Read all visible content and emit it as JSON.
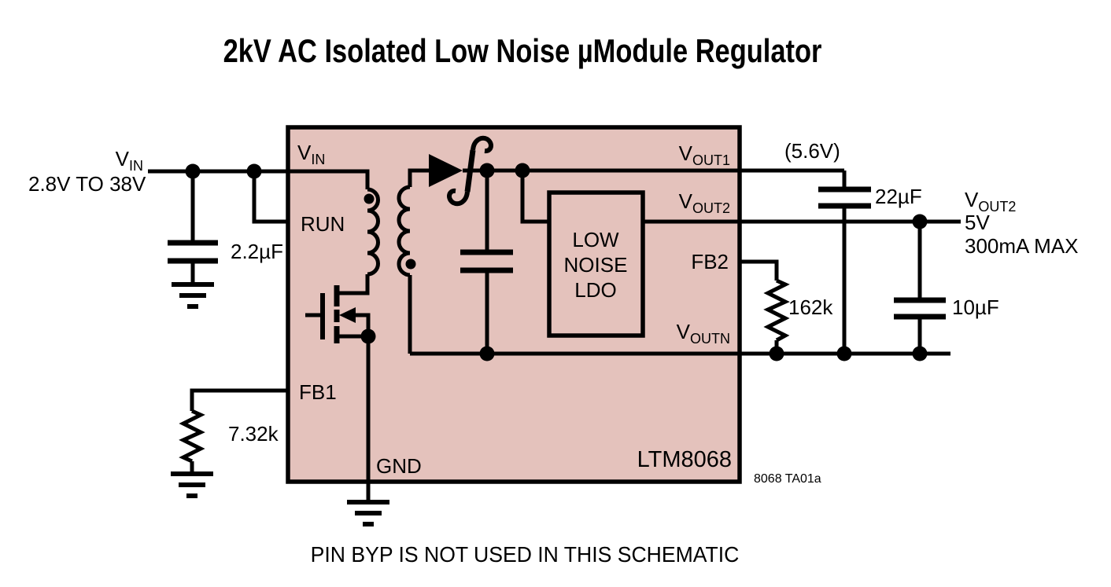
{
  "title": "2kV AC Isolated Low Noise µModule Regulator",
  "colors": {
    "block_fill": "#e4c2bc",
    "line": "#000000",
    "background": "#ffffff"
  },
  "chip": {
    "name": "LTM8068",
    "ldo": {
      "line1": "LOW",
      "line2": "NOISE",
      "line3": "LDO"
    },
    "pins": {
      "vin": {
        "base": "V",
        "sub": "IN"
      },
      "run": "RUN",
      "fb1": "FB1",
      "gnd": "GND",
      "vout1": {
        "base": "V",
        "sub": "OUT1"
      },
      "vout2": {
        "base": "V",
        "sub": "OUT2"
      },
      "fb2": "FB2",
      "voutn": {
        "base": "V",
        "sub": "OUTN"
      }
    }
  },
  "input": {
    "label": {
      "base": "V",
      "sub": "IN"
    },
    "range": "2.8V TO 38V",
    "capacitor": "2.2µF",
    "fb1_resistor": "7.32k"
  },
  "output": {
    "vout1_voltage": "(5.6V)",
    "vout1_capacitor": "22µF",
    "vout2_label": {
      "base": "V",
      "sub": "OUT2"
    },
    "vout2_voltage": "5V",
    "vout2_current": "300mA MAX",
    "vout2_capacitor": "10µF",
    "fb2_resistor": "162k"
  },
  "footer": {
    "figure_ref": "8068 TA01a",
    "note": "PIN BYP IS NOT USED IN THIS SCHEMATIC"
  }
}
